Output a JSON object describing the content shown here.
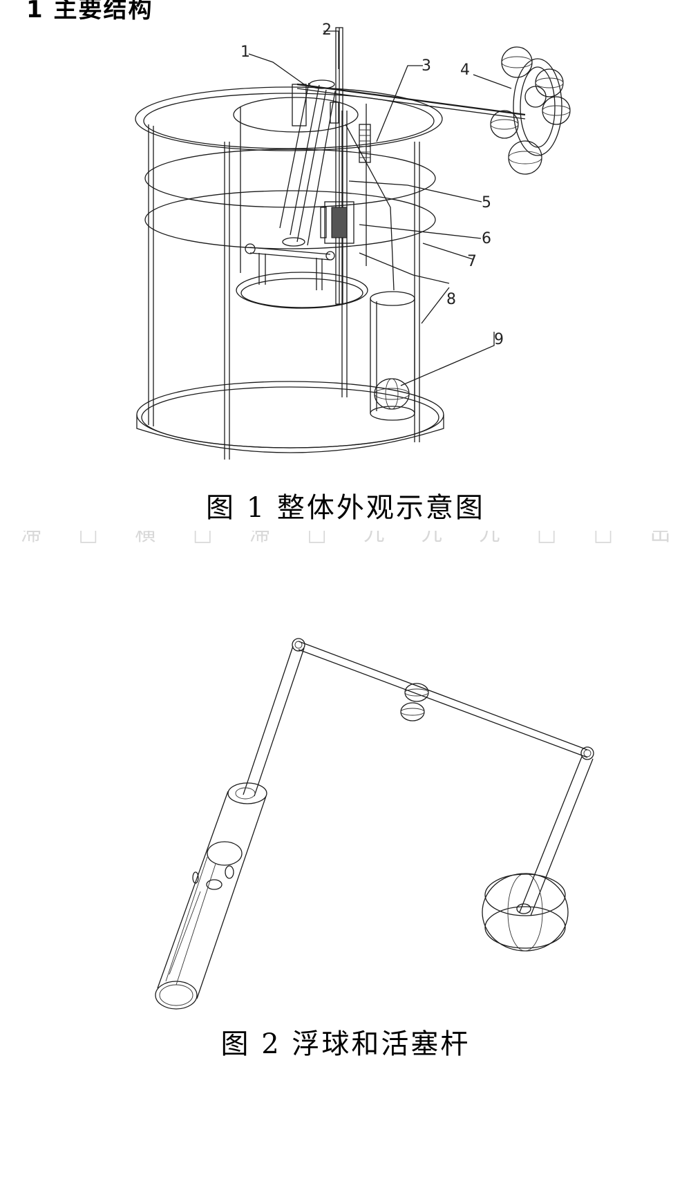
{
  "heading": "1 主要结构",
  "figure1": {
    "caption": "图 1 整体外观示意图",
    "callouts": [
      "1",
      "2",
      "3",
      "4",
      "5",
      "6",
      "7",
      "8",
      "9"
    ]
  },
  "figure2": {
    "caption": "图 2 浮球和活塞杆"
  }
}
